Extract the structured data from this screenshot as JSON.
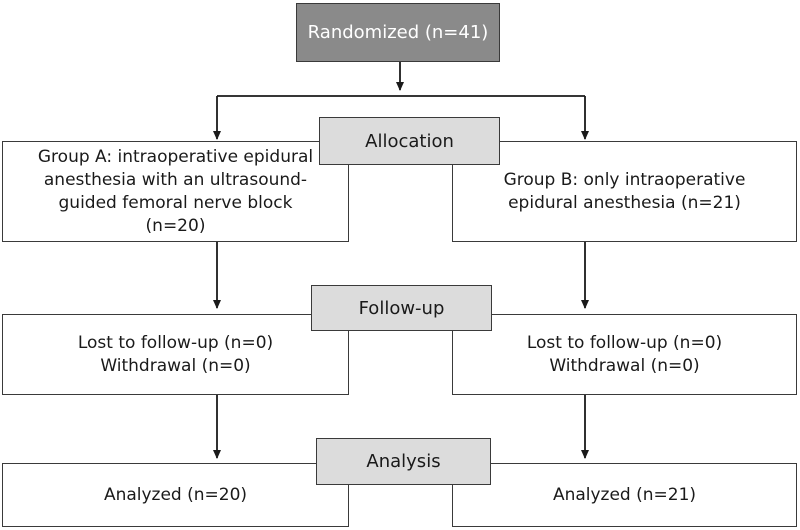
{
  "randomized": {
    "label": "Randomized (n=41)"
  },
  "stages": {
    "allocation": "Allocation",
    "follow_up": "Follow-up",
    "analysis": "Analysis"
  },
  "group_a": {
    "allocation": "Group A: intraoperative epidural\nanesthesia with an ultrasound-\nguided femoral nerve block\n(n=20)",
    "follow_up": "Lost to follow-up (n=0)\nWithdrawal (n=0)",
    "analysis": "Analyzed (n=20)"
  },
  "group_b": {
    "allocation": "Group B: only intraoperative\nepidural anesthesia (n=21)",
    "follow_up": "Lost to follow-up (n=0)\nWithdrawal (n=0)",
    "analysis": "Analyzed (n=21)"
  },
  "colors": {
    "top_box": "#8a8a8a",
    "stage_box": "#dcdcdc",
    "border": "#3a3a3a"
  }
}
